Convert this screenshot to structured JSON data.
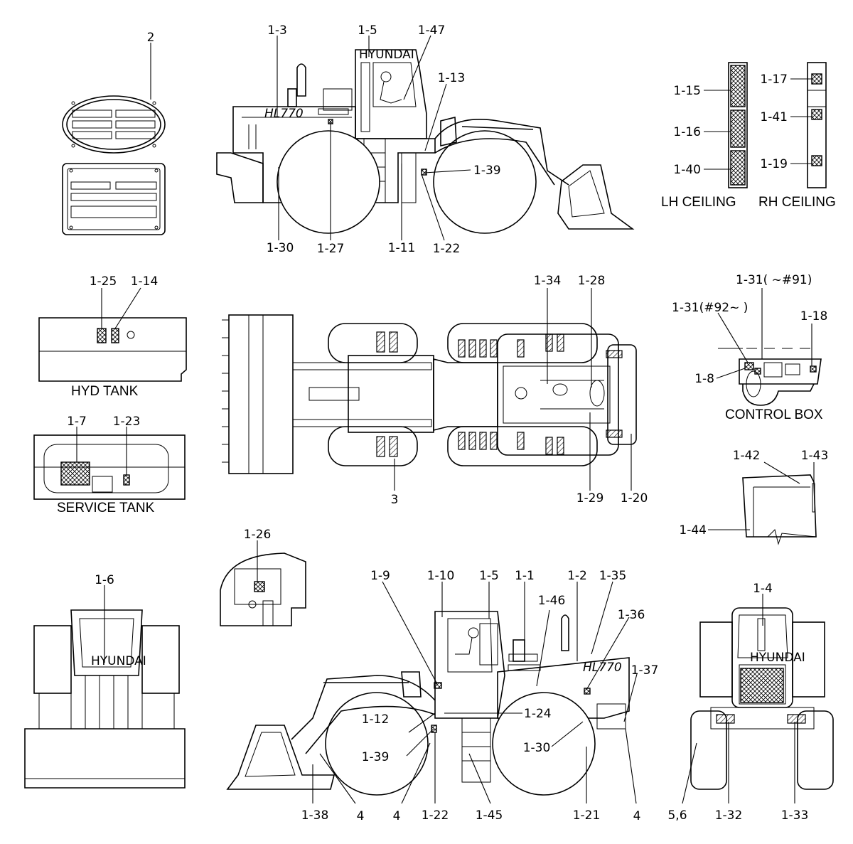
{
  "captions": {
    "lh_ceiling": "LH CEILING",
    "rh_ceiling": "RH CEILING",
    "hyd_tank": "HYD TANK",
    "service_tank": "SERVICE TANK",
    "control_box": "CONTROL BOX"
  },
  "labels": {
    "c_2": "2",
    "c_1_3": "1-3",
    "c_1_5a": "1-5",
    "c_1_47": "1-47",
    "c_1_13": "1-13",
    "c_1_39a": "1-39",
    "c_1_30a": "1-30",
    "c_1_27": "1-27",
    "c_1_11": "1-11",
    "c_1_22a": "1-22",
    "c_1_15": "1-15",
    "c_1_16": "1-16",
    "c_1_40": "1-40",
    "c_1_17": "1-17",
    "c_1_41": "1-41",
    "c_1_19": "1-19",
    "c_1_25": "1-25",
    "c_1_14": "1-14",
    "c_1_34": "1-34",
    "c_1_28": "1-28",
    "c_1_31a": "1-31( ~#91)",
    "c_1_31b": "1-31(#92~ )",
    "c_1_18": "1-18",
    "c_1_8": "1-8",
    "c_1_7": "1-7",
    "c_1_23": "1-23",
    "c_3": "3",
    "c_1_29": "1-29",
    "c_1_20": "1-20",
    "c_1_42": "1-42",
    "c_1_43": "1-43",
    "c_1_44": "1-44",
    "c_1_26": "1-26",
    "c_1_6": "1-6",
    "c_1_9": "1-9",
    "c_1_10": "1-10",
    "c_1_5b": "1-5",
    "c_1_1": "1-1",
    "c_1_2": "1-2",
    "c_1_35": "1-35",
    "c_1_46": "1-46",
    "c_1_36": "1-36",
    "c_1_37": "1-37",
    "c_1_4": "1-4",
    "c_1_24": "1-24",
    "c_1_12": "1-12",
    "c_1_39b": "1-39",
    "c_1_30b": "1-30",
    "c_1_38": "1-38",
    "c_4a": "4",
    "c_4b": "4",
    "c_1_22b": "1-22",
    "c_1_45": "1-45",
    "c_1_21": "1-21",
    "c_4c": "4",
    "c_5_6": "5,6",
    "c_1_32": "1-32",
    "c_1_33": "1-33"
  },
  "decals": {
    "model": "HL770",
    "brand": "HYUNDAI"
  }
}
